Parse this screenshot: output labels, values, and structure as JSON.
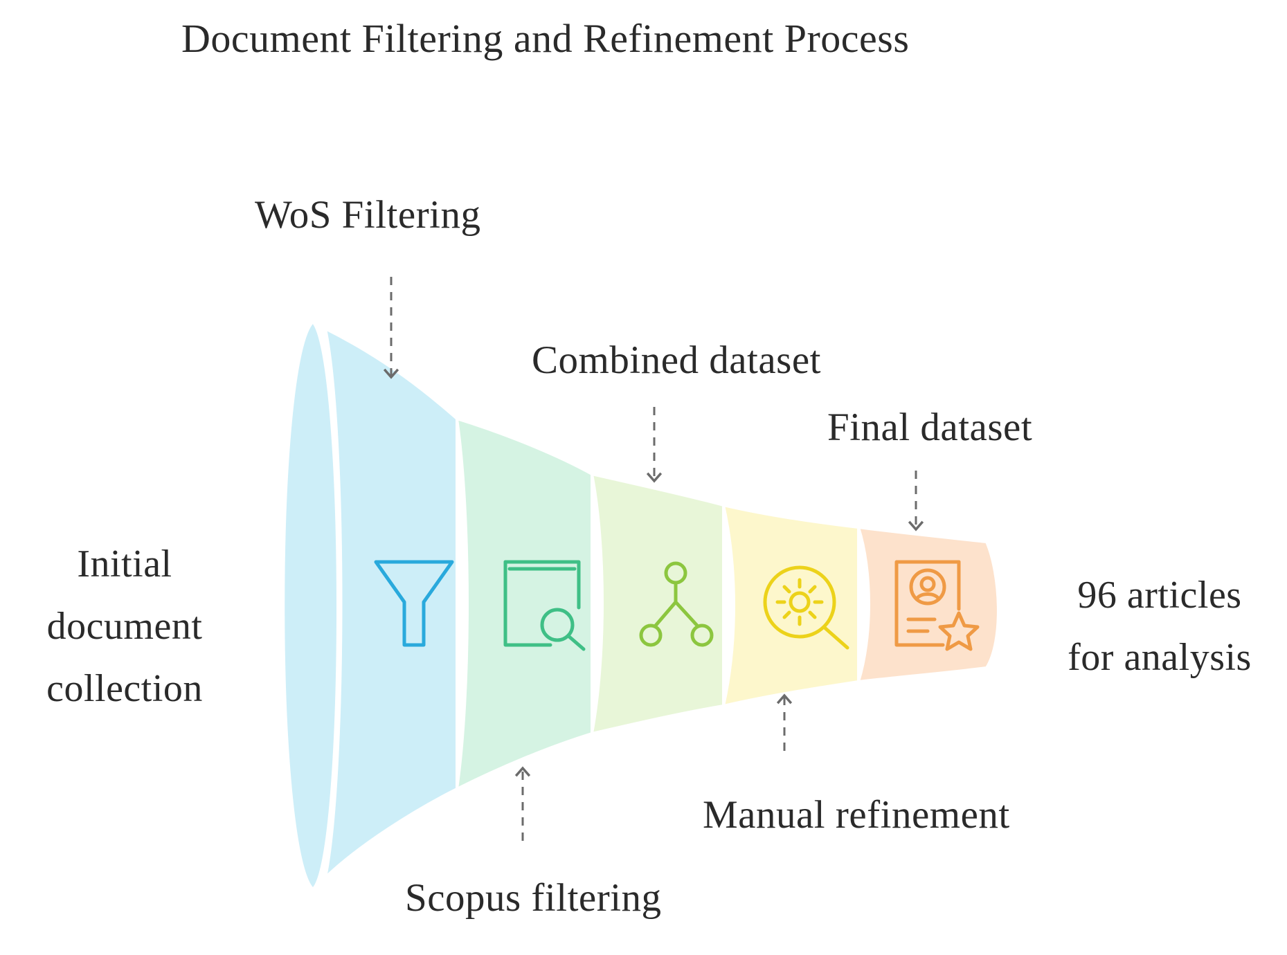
{
  "title": "Document Filtering and Refinement Process",
  "start_label": [
    "Initial",
    "document",
    "collection"
  ],
  "end_label": [
    "96 articles",
    "for analysis"
  ],
  "stages": [
    {
      "label": "WoS Filtering",
      "icon": "funnel-icon",
      "color": "#cdeef8",
      "icon_color": "#29a9dc",
      "arrow": "above"
    },
    {
      "label": "Scopus filtering",
      "icon": "book-search-icon",
      "color": "#d5f3e3",
      "icon_color": "#3fbf86",
      "arrow": "below"
    },
    {
      "label": "Combined dataset",
      "icon": "network-merge-icon",
      "color": "#e8f6d8",
      "icon_color": "#8cc63f",
      "arrow": "above"
    },
    {
      "label": "Manual refinement",
      "icon": "gear-search-icon",
      "color": "#fdf7cc",
      "icon_color": "#ecd21a",
      "arrow": "below"
    },
    {
      "label": "Final dataset",
      "icon": "profile-star-icon",
      "color": "#fde2cc",
      "icon_color": "#ef9a45",
      "arrow": "above"
    }
  ]
}
